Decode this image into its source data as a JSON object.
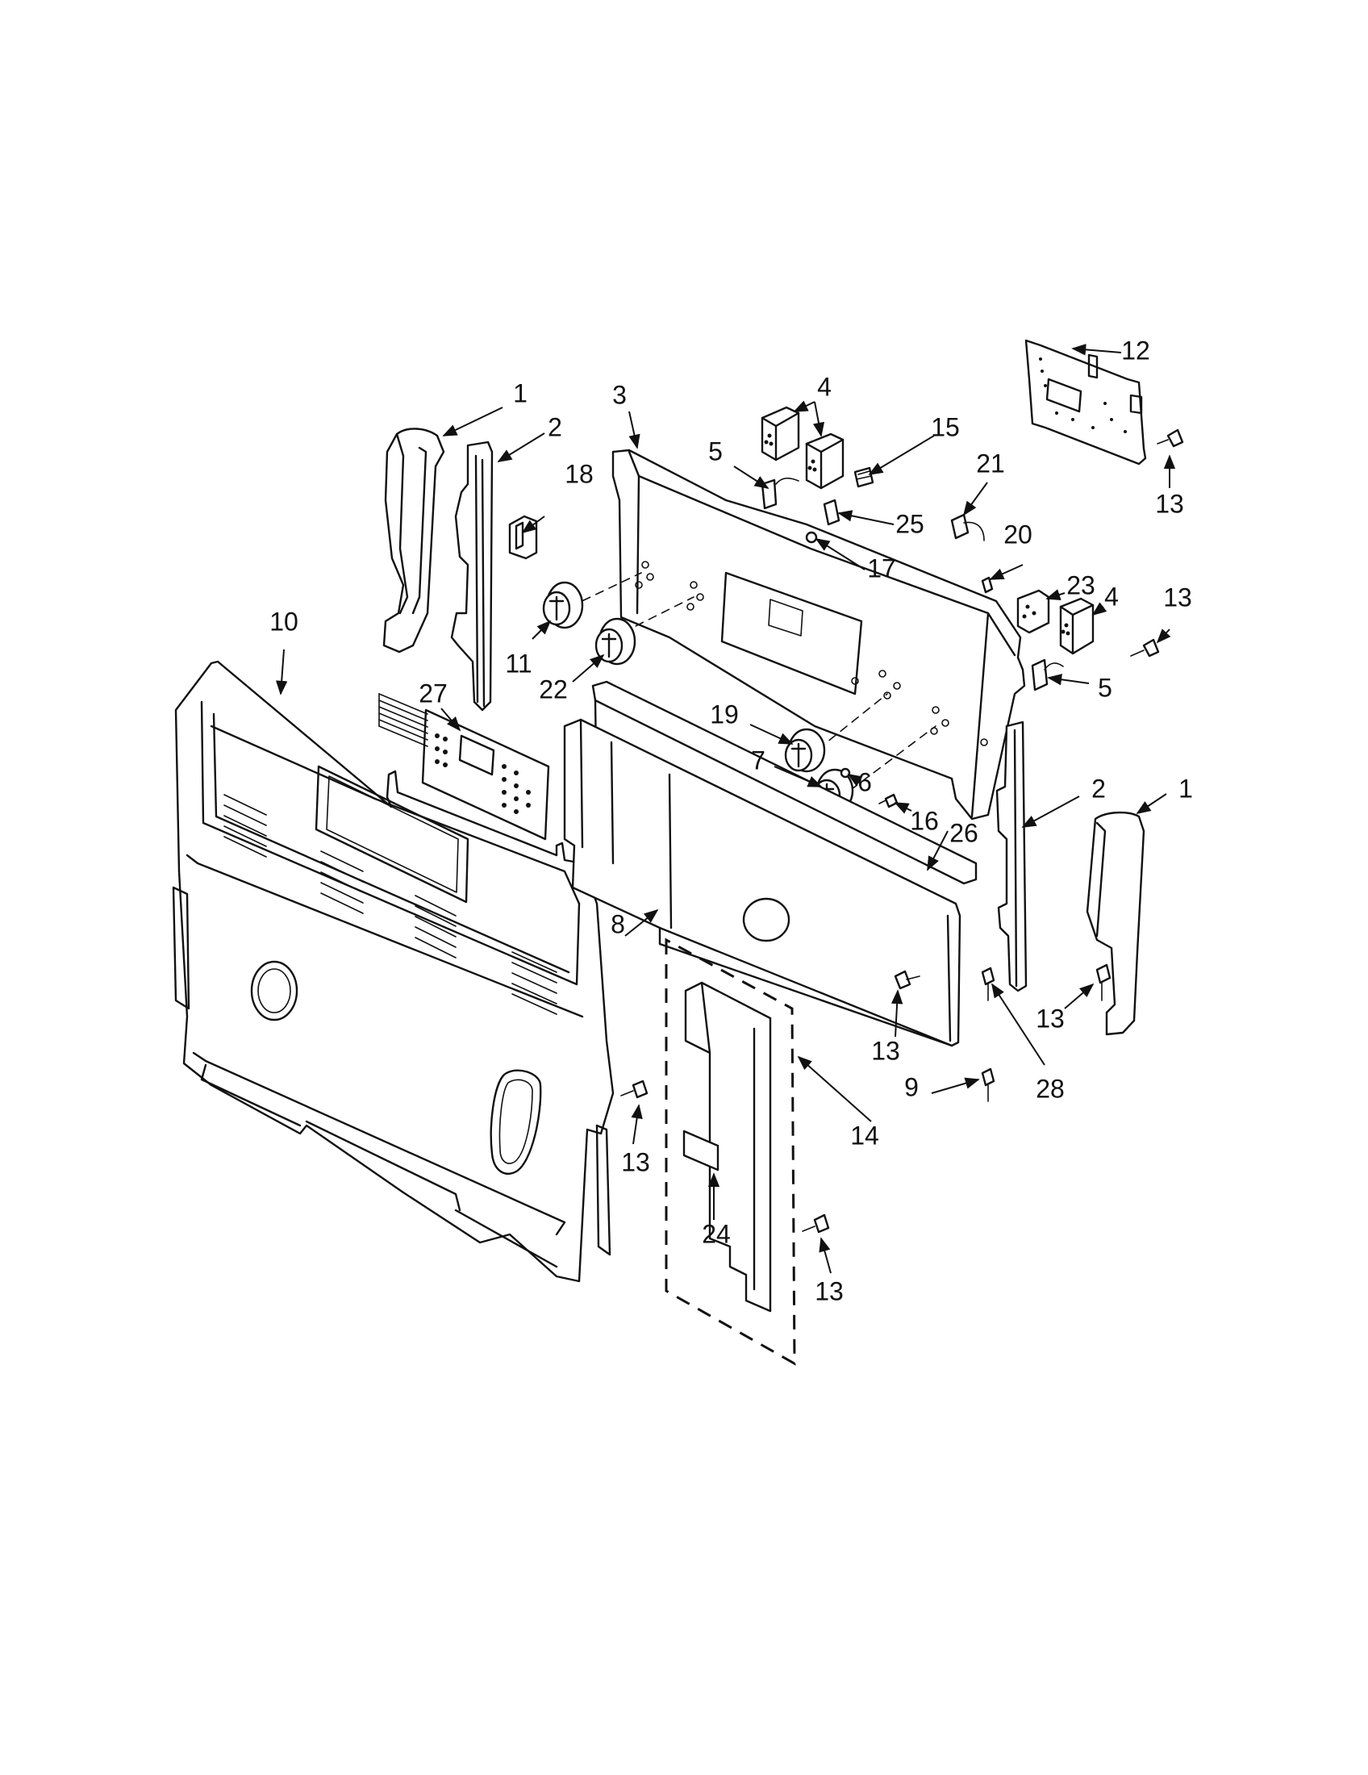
{
  "diagram": {
    "callouts": [
      {
        "id": "c1a",
        "label": "1"
      },
      {
        "id": "c1b",
        "label": "1"
      },
      {
        "id": "c2a",
        "label": "2"
      },
      {
        "id": "c2b",
        "label": "2"
      },
      {
        "id": "c3",
        "label": "3"
      },
      {
        "id": "c4a",
        "label": "4"
      },
      {
        "id": "c4b",
        "label": "4"
      },
      {
        "id": "c5a",
        "label": "5"
      },
      {
        "id": "c5b",
        "label": "5"
      },
      {
        "id": "c6",
        "label": "6"
      },
      {
        "id": "c7",
        "label": "7"
      },
      {
        "id": "c8",
        "label": "8"
      },
      {
        "id": "c9",
        "label": "9"
      },
      {
        "id": "c10",
        "label": "10"
      },
      {
        "id": "c11",
        "label": "11"
      },
      {
        "id": "c12",
        "label": "12"
      },
      {
        "id": "c13a",
        "label": "13"
      },
      {
        "id": "c13b",
        "label": "13"
      },
      {
        "id": "c13c",
        "label": "13"
      },
      {
        "id": "c13d",
        "label": "13"
      },
      {
        "id": "c13e",
        "label": "13"
      },
      {
        "id": "c13f",
        "label": "13"
      },
      {
        "id": "c13g",
        "label": "13"
      },
      {
        "id": "c14",
        "label": "14"
      },
      {
        "id": "c15",
        "label": "15"
      },
      {
        "id": "c16",
        "label": "16"
      },
      {
        "id": "c17",
        "label": "17"
      },
      {
        "id": "c18",
        "label": "18"
      },
      {
        "id": "c19",
        "label": "19"
      },
      {
        "id": "c20",
        "label": "20"
      },
      {
        "id": "c21",
        "label": "21"
      },
      {
        "id": "c22",
        "label": "22"
      },
      {
        "id": "c23",
        "label": "23"
      },
      {
        "id": "c24",
        "label": "24"
      },
      {
        "id": "c25",
        "label": "25"
      },
      {
        "id": "c26",
        "label": "26"
      },
      {
        "id": "c27",
        "label": "27"
      },
      {
        "id": "c28",
        "label": "28"
      }
    ]
  }
}
